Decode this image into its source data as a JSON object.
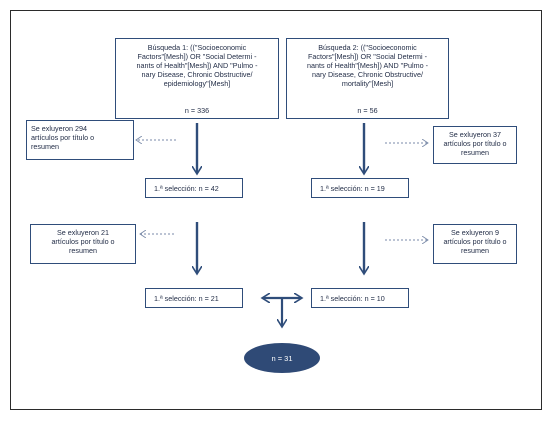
{
  "search1": {
    "query": "Búsqueda 1: ((\"Socioeconomic\nFactors\"[Mesh]) OR \"Social Determi    -\nnants of Health\"[Mesh]) AND \"Pulmo   -\nnary Disease, Chronic Obstructive/\nepidemiology\"[Mesh]",
    "count": "n = 336"
  },
  "search2": {
    "query": "Búsqueda 2: ((\"Socioeconomic\nFactors\"[Mesh]) OR \"Social Determi    -\nnants of Health\"[Mesh]) AND \"Pulmo   -\nnary Disease, Chronic Obstructive/\nmortality\"[Mesh]",
    "count": "n = 56"
  },
  "exclusions": {
    "left_1": "Se exluyeron 294\nartículos por título o\nresumen",
    "right_1": "Se exluyeron 37\nartículos por título o\nresumen",
    "left_2": "Se exluyeron 21\nartículos por título o\nresumen",
    "right_2": "Se exluyeron 9\nartículos por título o\nresumen"
  },
  "selections": {
    "left_1": "1.ª selección: n = 42",
    "right_1": "1.ª selección: n = 19",
    "left_2": "1.ª selección: n = 21",
    "right_2": "1.ª selección: n = 10"
  },
  "final": {
    "total": "n = 31"
  },
  "colors": {
    "arrow": "#2f4d7a",
    "box_border": "#2f4d7a",
    "ellipse": "#2f4a76",
    "dotted": "#7a8aa8"
  }
}
